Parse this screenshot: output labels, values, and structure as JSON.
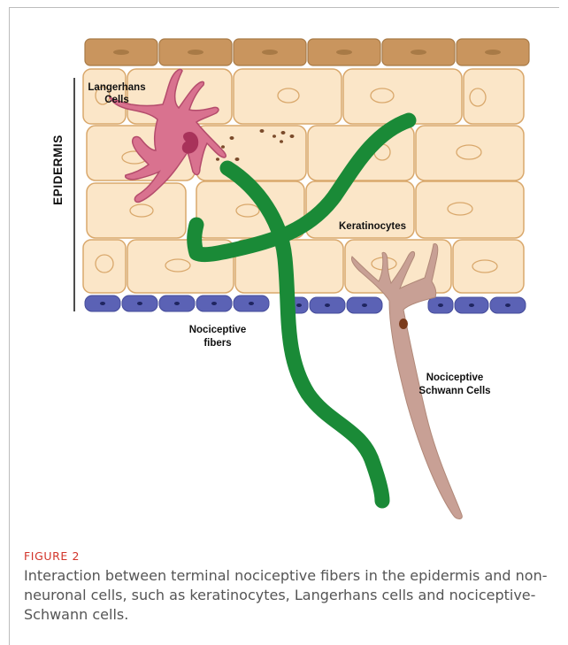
{
  "diagram": {
    "side_label": "EPIDERMIS",
    "labels": {
      "langerhans": [
        "Langerhans",
        "Cells"
      ],
      "keratinocytes": "Keratinocytes",
      "nociceptive_fibers": [
        "Nociceptive",
        "fibers"
      ],
      "schwann": [
        "Nociceptive",
        "Schwann Cells"
      ]
    },
    "colors": {
      "keratinocyte_fill": "#fbe6c8",
      "keratinocyte_stroke": "#d9a86c",
      "stratum_corneum": "#c9955e",
      "basal_cells": "#5b62b5",
      "langerhans_cell": "#d9728f",
      "nerve_fiber": "#1a8a37",
      "schwann_cell": "#c8a095"
    }
  },
  "caption": {
    "figure_label": "FIGURE 2",
    "text": "Interaction between terminal nociceptive fibers in the epidermis and non-neuronal cells, such as keratinocytes, Langerhans cells and nociceptive-Schwann cells."
  }
}
